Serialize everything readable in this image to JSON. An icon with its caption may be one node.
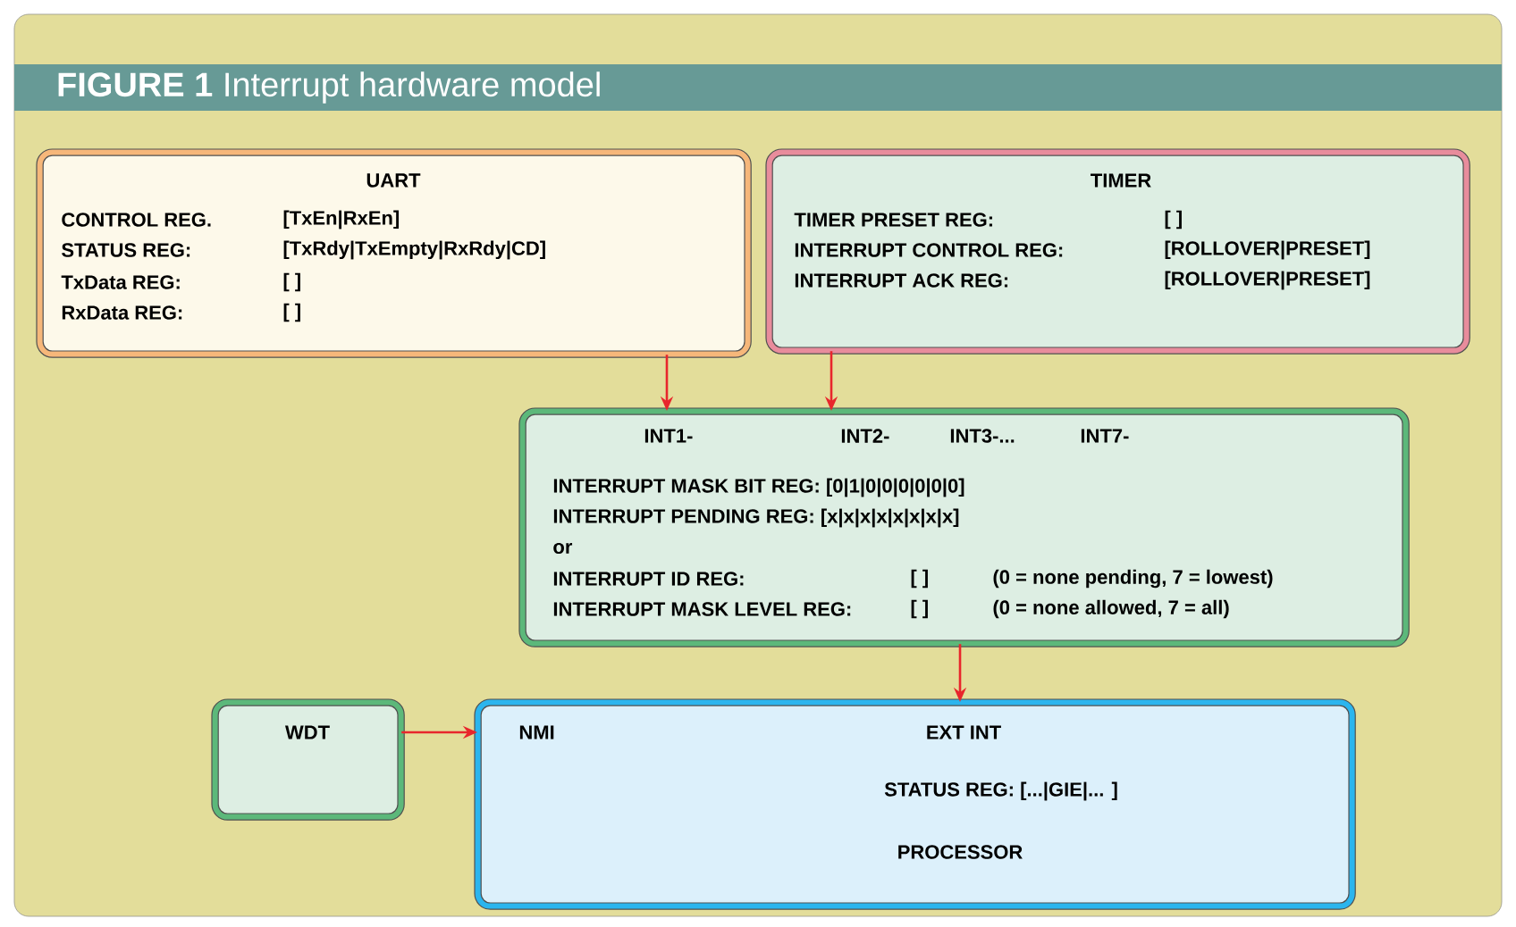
{
  "diagram": {
    "title": "**FIGURE 1** Interrupt hardware model",
    "nodes": [
      {
        "text": [
          "UART",
          "CONTROL REG.",
          "[TxEn|RxEn]",
          "STATUS REG:",
          "[TxRdy|TxEmpty|RxRdy|CD]",
          "TxData REG:",
          "[ ]",
          "RxData REG:",
          "[ ]"
        ]
      },
      {
        "text": [
          "TIMER",
          "TIMER PRESET REG:",
          "[ ]",
          "INTERRUPT CONTROL REG:",
          "[ROLLOVER|PRESET]",
          "INTERRUPT ACK REG:",
          "[ROLLOVER|PRESET]"
        ]
      },
      {
        "text": [
          "INT1-",
          "INT2-",
          "INT3-...",
          "INT7-",
          "INTERRUPT MASK BIT REG: [0|1|0|0|0|0|0|0]",
          "INTERRUPT PENDING REG: [x|x|x|x|x|x|x|x]",
          "or",
          "INTERRUPT ID REG:",
          "[ ]",
          "(0 = none pending, 7 = lowest)",
          "INTERRUPT MASK LEVEL REG:",
          "[ ]",
          "(0 = none allowed, 7 = all)"
        ]
      },
      {
        "text": [
          "WDT"
        ]
      },
      {
        "text": [
          "NMI",
          "EXT INT",
          "STATUS REG: [...|GIE|... ]",
          "PROCESSOR"
        ]
      }
    ],
    "edges": [
      {
        "from": 0,
        "to": 2,
        "arrow": "to"
      },
      {
        "from": 1,
        "to": 2,
        "arrow": "to"
      },
      {
        "from": 2,
        "to": 4,
        "arrow": "to"
      },
      {
        "from": 3,
        "to": 4,
        "arrow": "to"
      }
    ]
  }
}
